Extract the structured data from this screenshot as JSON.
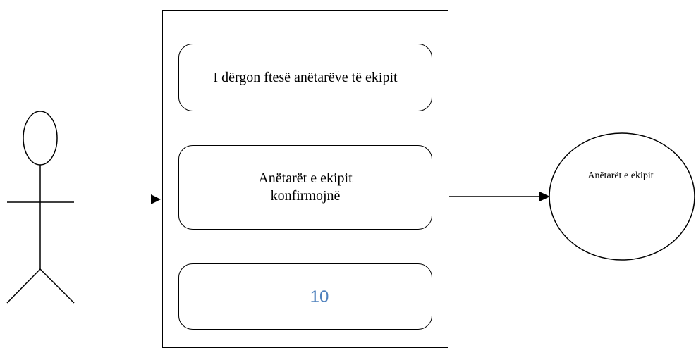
{
  "diagram": {
    "type": "use-case",
    "steps": [
      {
        "label": "I dërgon ftesë anëtarëve të ekipit"
      },
      {
        "label": "Anëtarët e ekipit konfirmojnë"
      },
      {
        "label": "10"
      }
    ],
    "external_actor": {
      "label": "Anëtarët e ekipit"
    }
  },
  "colors": {
    "stroke": "#000000",
    "page_number": "#4f81bd",
    "background": "#ffffff"
  },
  "icons": {
    "actor": "stick-figure-icon",
    "arrow": "arrow-head-icon"
  }
}
